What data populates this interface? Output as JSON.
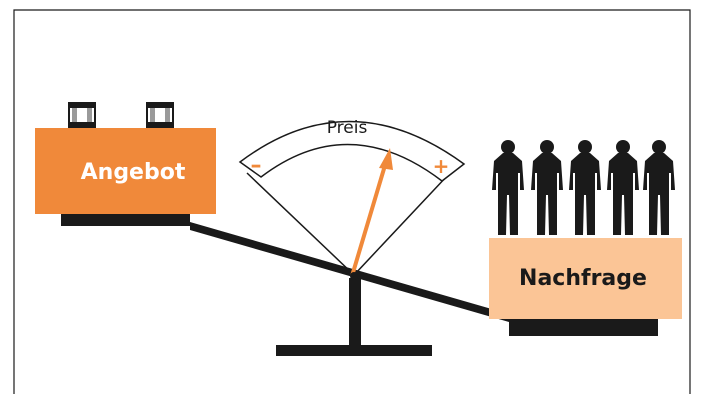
{
  "supply": {
    "label": "Angebot",
    "color": "#f0893a"
  },
  "demand": {
    "label": "Nachfrage",
    "color": "#fbc596"
  },
  "dial": {
    "label": "Preis",
    "minus": "–",
    "plus": "+",
    "needle_color": "#f0893a",
    "sign_color": "#f0893a"
  },
  "colors": {
    "frame": "#1a1a1a",
    "beam": "#1a1a1a",
    "figures": "#1a1a1a"
  },
  "icons": {
    "supply_goods": "package-icon",
    "demand_people": "person-silhouette-icon"
  }
}
